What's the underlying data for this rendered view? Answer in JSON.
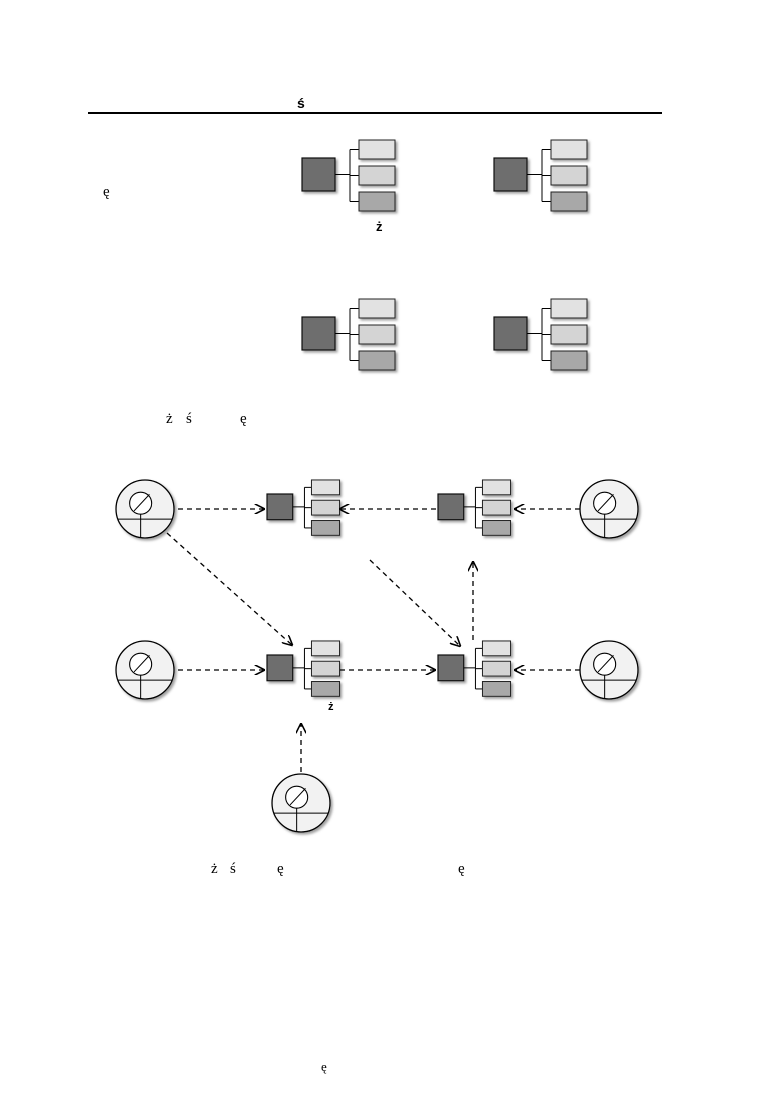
{
  "header": {
    "title_glyph": "ś"
  },
  "legend": {
    "left_glyph": "ę",
    "icon_label": "ż"
  },
  "caption1": {
    "g1": "ż",
    "g2": "ś",
    "g3": "ę"
  },
  "diagram": {
    "node_label": "ż"
  },
  "caption2": {
    "g1": "ż",
    "g2": "ś",
    "g3": "ę",
    "g4": "ę"
  },
  "footer": {
    "page_glyph": "ę"
  }
}
